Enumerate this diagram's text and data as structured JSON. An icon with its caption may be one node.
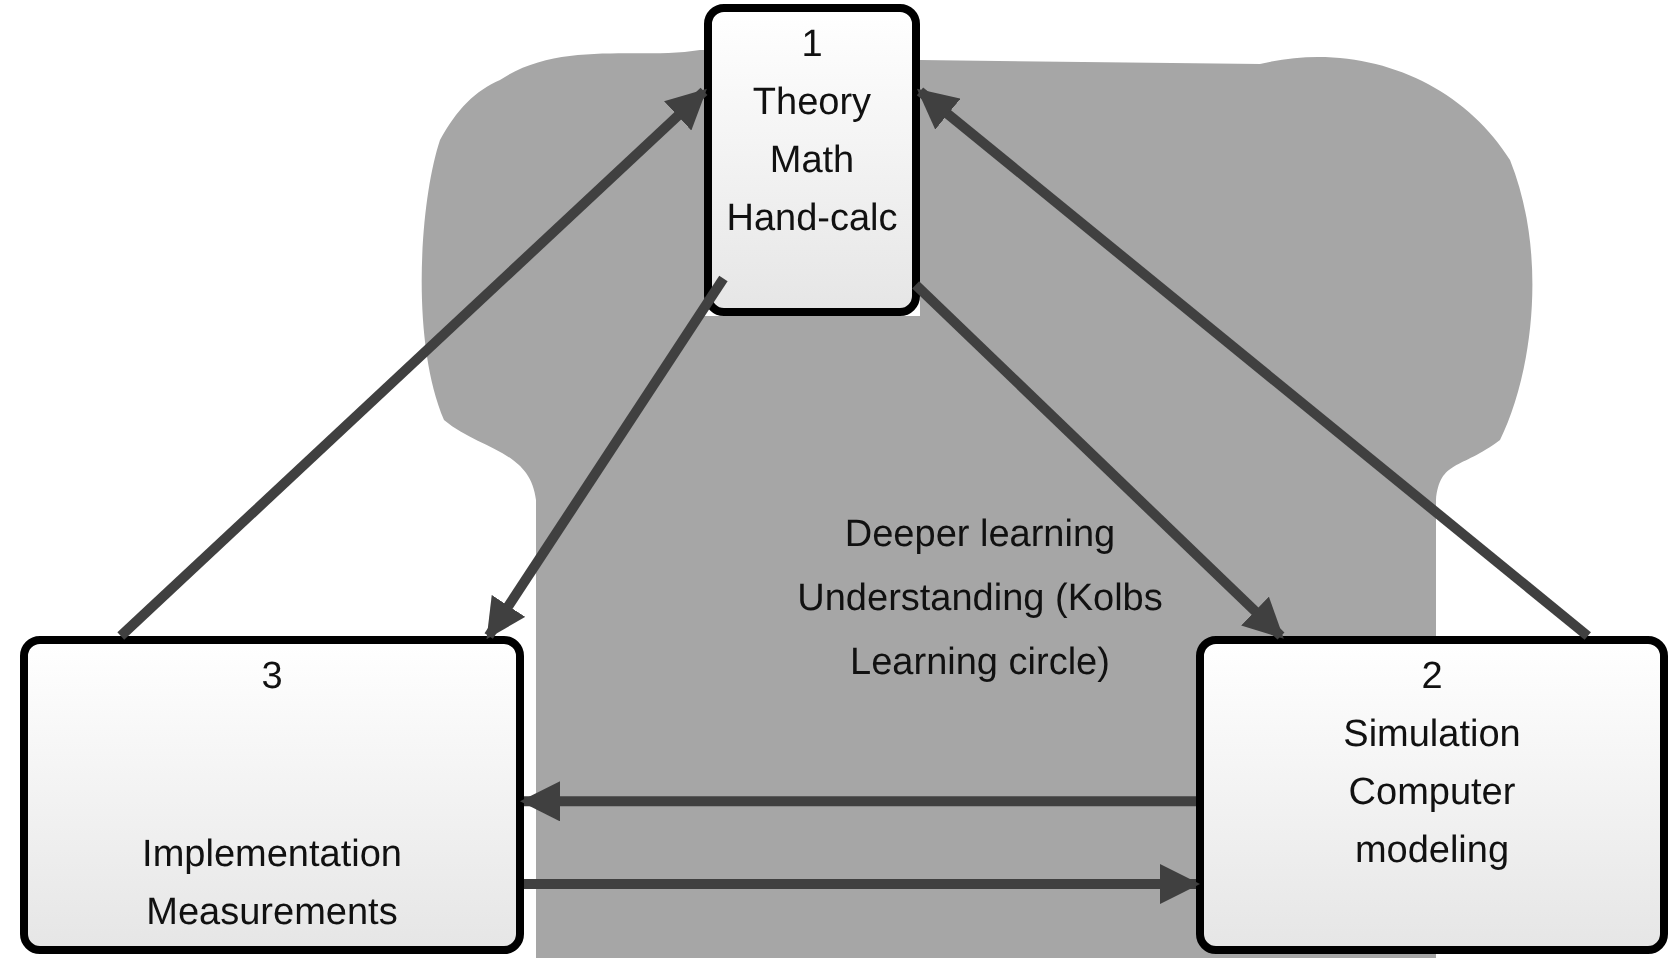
{
  "diagram": {
    "nodes": [
      {
        "text": [
          "1",
          "Theory Math Hand-calc"
        ]
      },
      {
        "text": [
          "Deeper learning Understanding (Kolbs Learning circle)"
        ]
      },
      {
        "text": [
          "3",
          "Implementation Measurements"
        ]
      },
      {
        "text": [
          "2",
          "Simulation Computer modeling"
        ]
      }
    ],
    "edges": [
      {
        "from": 2,
        "to": 0,
        "arrow": "to"
      },
      {
        "from": 0,
        "to": 2,
        "arrow": "to"
      },
      {
        "from": 0,
        "to": 3,
        "arrow": "to"
      },
      {
        "from": 3,
        "to": 0,
        "arrow": "to"
      },
      {
        "from": 3,
        "to": 2,
        "arrow": "to"
      },
      {
        "from": 2,
        "to": 3,
        "arrow": "to"
      }
    ]
  }
}
